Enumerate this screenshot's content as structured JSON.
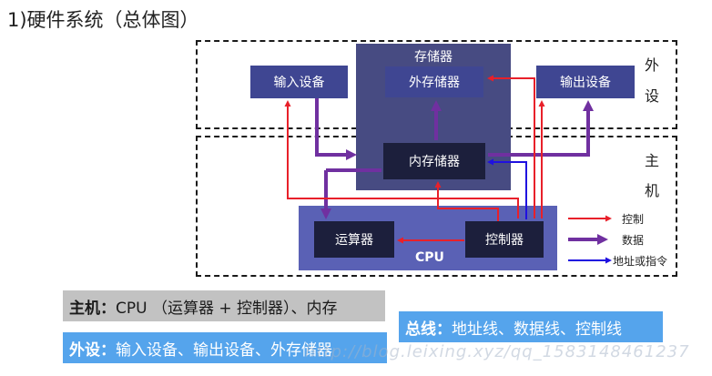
{
  "title": "1)硬件系统（总体图）",
  "regions": {
    "peripheral": "外设",
    "host": "主机"
  },
  "blocks": {
    "input_device": "输入设备",
    "output_device": "输出设备",
    "memory": "存储器",
    "external_storage": "外存储器",
    "internal_storage": "内存储器",
    "alu": "运算器",
    "controller": "控制器",
    "cpu": "CPU"
  },
  "legend": [
    {
      "label": "控制",
      "color": "#e8202a"
    },
    {
      "label": "数据",
      "color": "#7030a0"
    },
    {
      "label": "地址或指令",
      "color": "#1f10e0"
    }
  ],
  "summary": {
    "host_key": "主机：",
    "host_value": "CPU （运算器 + 控制器）、内存",
    "bus_key": "总线：",
    "bus_value": "地址线、数据线、控制线",
    "peripheral_key": "外设：",
    "peripheral_value": "输入设备、输出设备、外存储器"
  },
  "watermark": "http://blog.leixing.xyz/qq_1583148461237",
  "colors": {
    "control": "#e8202a",
    "data": "#7030a0",
    "address": "#1f10e0"
  }
}
